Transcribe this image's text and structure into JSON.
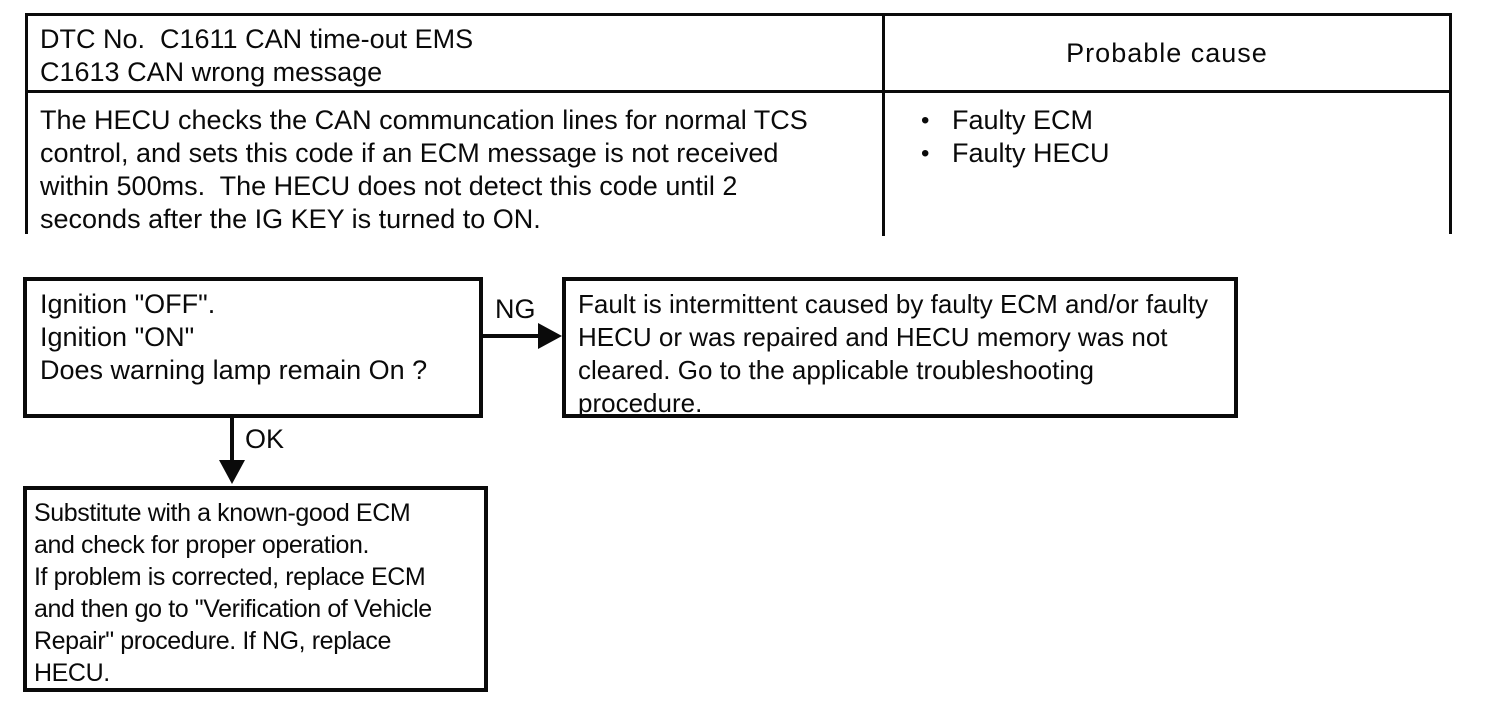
{
  "colors": {
    "ink": "#0a0a0a",
    "background": "#ffffff"
  },
  "table": {
    "dtc_header_lines": [
      "DTC No.  C1611 CAN time-out EMS",
      "C1613 CAN wrong message"
    ],
    "probable_cause_header": "Probable cause",
    "description_lines": [
      "The HECU checks the CAN communcation lines for normal TCS",
      "control, and sets this code if an ECM message is not received",
      "within 500ms.  The HECU does not detect this code until 2",
      "seconds after the IG KEY is turned to ON."
    ],
    "bullet_char": "•",
    "causes": [
      "Faulty ECM",
      "Faulty HECU"
    ]
  },
  "flowchart": {
    "step1_lines": [
      "Ignition \"OFF\".",
      "Ignition \"ON\"",
      "Does warning lamp remain On ?"
    ],
    "ng_label": "NG",
    "ok_label": "OK",
    "ng_result_lines": [
      "Fault is intermittent caused by faulty ECM and/or faulty",
      "HECU or was repaired and HECU memory was not",
      "cleared. Go to the applicable troubleshooting",
      "procedure."
    ],
    "ok_result_lines": [
      "Substitute with a known-good ECM",
      "and check for proper operation.",
      "If problem is corrected, replace ECM",
      "and then go to \"Verification of Vehicle",
      "Repair\" procedure. If NG, replace",
      "HECU."
    ]
  }
}
